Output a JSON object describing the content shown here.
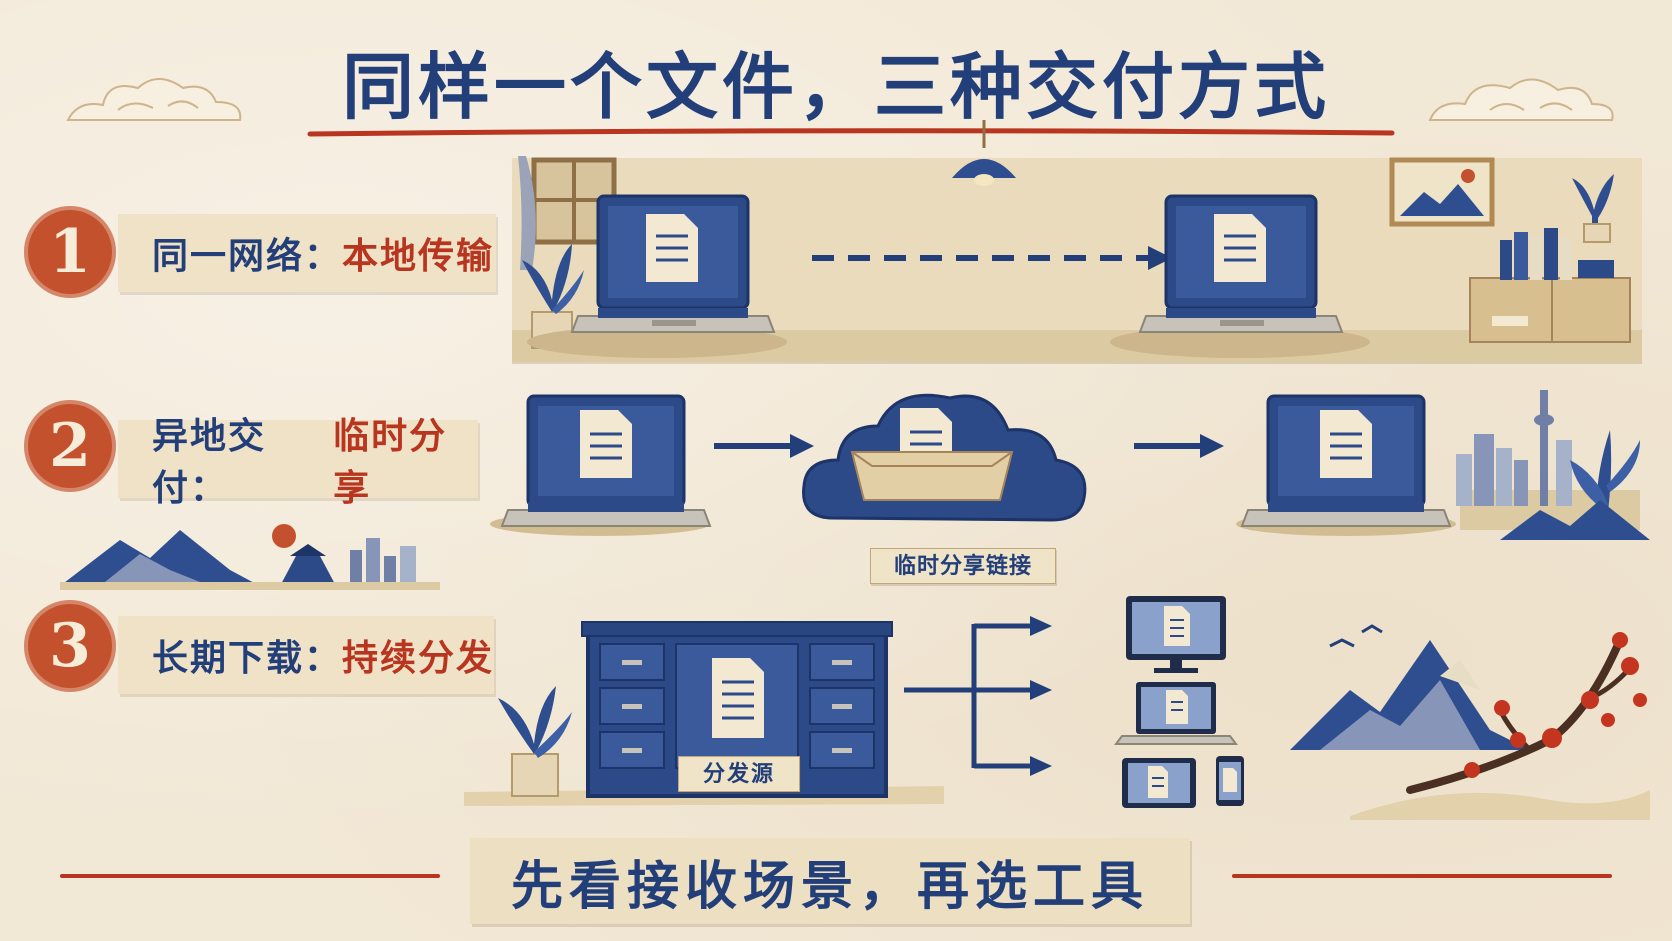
{
  "title": "同样一个文件，三种交付方式",
  "rows": [
    {
      "number": "1",
      "label_key": "同一网络：",
      "label_value": "本地传输"
    },
    {
      "number": "2",
      "label_key": "异地交付：",
      "label_value": "临时分享"
    },
    {
      "number": "3",
      "label_key": "长期下载：",
      "label_value": "持续分发"
    }
  ],
  "tags": {
    "cloud_box": "临时分享链接",
    "cabinet": "分发源"
  },
  "footer": "先看接收场景，再选工具",
  "colors": {
    "navy": "#233f7a",
    "red": "#b8351f",
    "badge": "#c4512e",
    "paper": "#f2e8d6"
  }
}
